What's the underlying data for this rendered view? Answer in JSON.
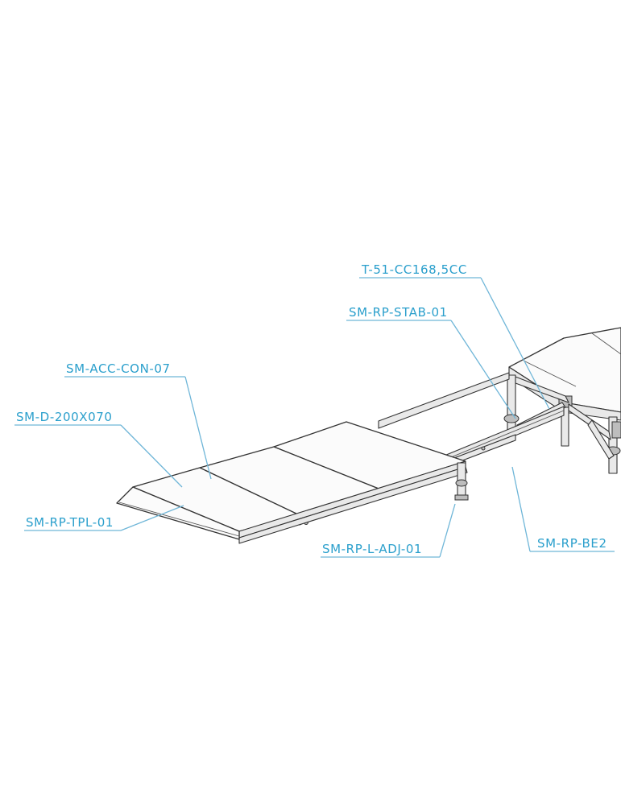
{
  "labels": {
    "t51": "T-51-CC168,5CC",
    "stab": "SM-RP-STAB-01",
    "acc": "SM-ACC-CON-07",
    "deck": "SM-D-200X070",
    "tpl": "SM-RP-TPL-01",
    "ladj": "SM-RP-L-ADJ-01",
    "be2": "SM-RP-BE2"
  },
  "colors": {
    "label": "#2a9fcc",
    "leader": "#6fb6d8",
    "line": "#333333"
  }
}
